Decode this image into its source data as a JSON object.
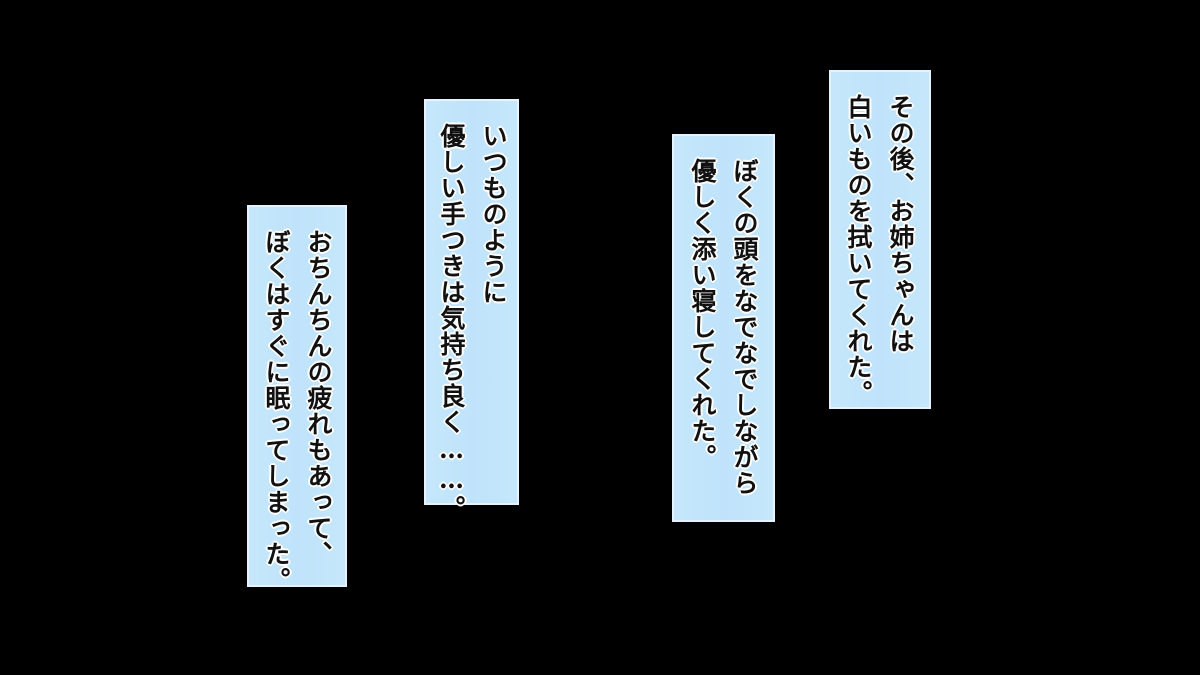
{
  "panels": [
    {
      "lines": [
        "その後、お姉ちゃんは",
        "白いものを拭いてくれた。"
      ]
    },
    {
      "lines": [
        "ぼくの頭をなでなでしながら",
        "優しく添い寝してくれた。"
      ]
    },
    {
      "lines": [
        "いつものように",
        "優しい手つきは気持ち良く……。"
      ]
    },
    {
      "lines": [
        "おちんちんの疲れもあって、",
        "ぼくはすぐに眠ってしまった。"
      ]
    }
  ],
  "colors": {
    "background": "#000000",
    "panel_fill": "#c6e7fb",
    "panel_border": "#e4f3fd",
    "text": "#111111",
    "text_outline": "#ffffff"
  }
}
